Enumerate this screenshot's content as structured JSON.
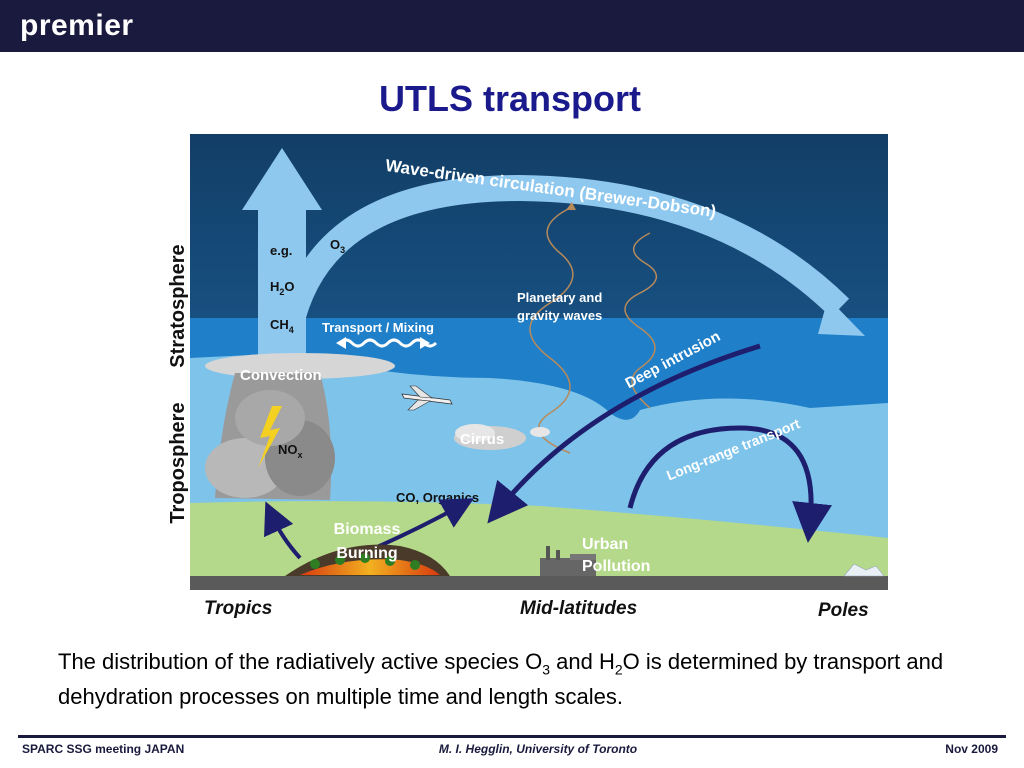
{
  "header": {
    "brand": "premier"
  },
  "slide": {
    "title": "UTLS transport"
  },
  "diagram": {
    "vertical_labels": {
      "stratosphere": "Stratosphere",
      "troposphere": "Troposphere"
    },
    "arrow_labels": {
      "brewer_dobson": "Wave-driven circulation (Brewer-Dobson)",
      "deep_intrusion": "Deep intrusion",
      "long_range": "Long-range transport"
    },
    "species": {
      "eg": "e.g.",
      "o3_base": "O",
      "o3_sub": "3",
      "h2o_h": "H",
      "h2o_sub": "2",
      "h2o_o": "O",
      "ch4_base": "CH",
      "ch4_sub": "4",
      "nox_base": "NO",
      "nox_sub": "x"
    },
    "labels": {
      "transport_mixing": "Transport / Mixing",
      "planetary_line1": "Planetary and",
      "planetary_line2": "gravity waves",
      "convection": "Convection",
      "cirrus": "Cirrus",
      "co_organics": "CO, Organics",
      "biomass_line1": "Biomass",
      "biomass_line2": "Burning",
      "urban_line1": "Urban",
      "urban_line2": "Pollution"
    },
    "regions": {
      "tropics": "Tropics",
      "midlatitudes": "Mid-latitudes",
      "poles": "Poles"
    },
    "colors": {
      "stratosphere_top": "#123e66",
      "stratosphere_bottom": "#1f6aa8",
      "tropopause_band": "#1f7fc8",
      "troposphere": "#7ec3ea",
      "ground": "#b5d98a",
      "arrow_light": "#8fc8ee",
      "arrow_dark": "#1e1e6e"
    }
  },
  "caption": {
    "part1": "The distribution of the radiatively active species O",
    "sub1": "3",
    "part2": " and H",
    "sub2": "2",
    "part3": "O is determined by transport and dehydration processes on multiple time and length scales."
  },
  "footer": {
    "left": "SPARC SSG meeting JAPAN",
    "center": "M. I. Hegglin, University of Toronto",
    "right": "Nov 2009"
  }
}
